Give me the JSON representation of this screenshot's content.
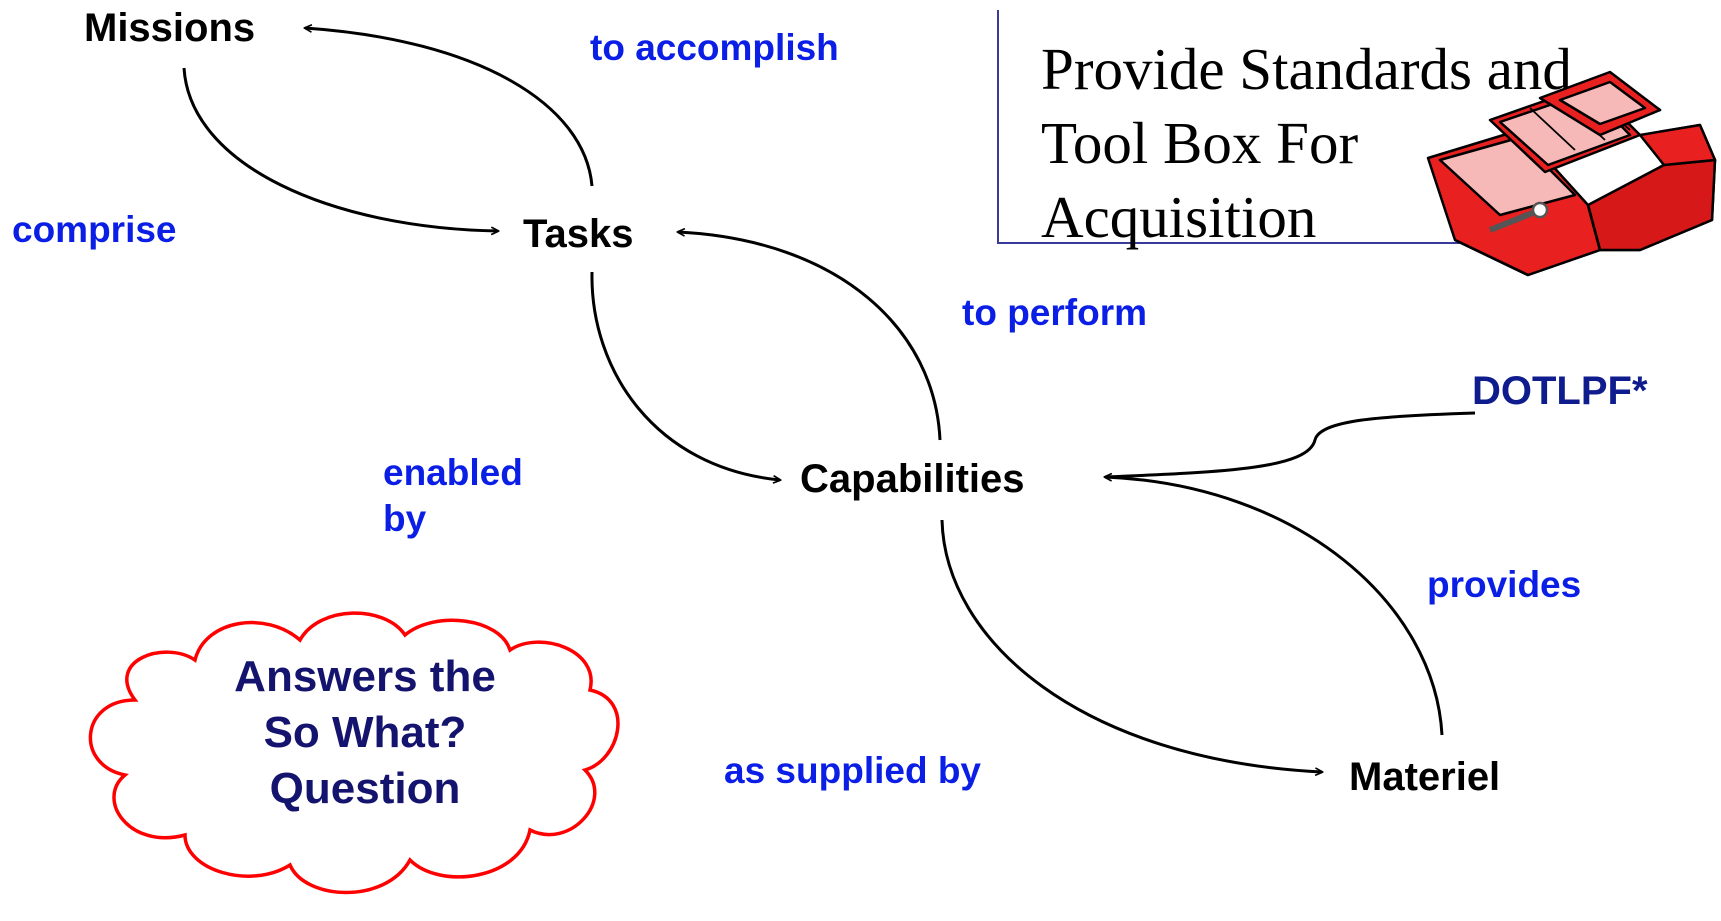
{
  "nodes": {
    "missions": "Missions",
    "tasks": "Tasks",
    "capabilities": "Capabilities",
    "materiel": "Materiel"
  },
  "edge_labels": {
    "to_accomplish": "to accomplish",
    "comprise": "comprise",
    "to_perform": "to perform",
    "enabled_line1": "enabled",
    "enabled_line2": "by",
    "provides": "provides",
    "as_supplied_by": "as supplied by"
  },
  "dotlpf": "DOTLPF*",
  "callout": {
    "lines": [
      "Provide Standards and",
      "Tool Box For",
      "Acquisition"
    ],
    "icon": "toolbox-icon"
  },
  "cloud": {
    "lines": [
      "Answers the",
      "So What?",
      "Question"
    ],
    "icon": "thought-cloud-icon"
  },
  "colors": {
    "edge_label": "#0a1ee6",
    "cloud_text": "#14146e",
    "cloud_outline": "#ff0000",
    "toolbox": "#e82020",
    "callout_border": "#3a3a9a"
  }
}
